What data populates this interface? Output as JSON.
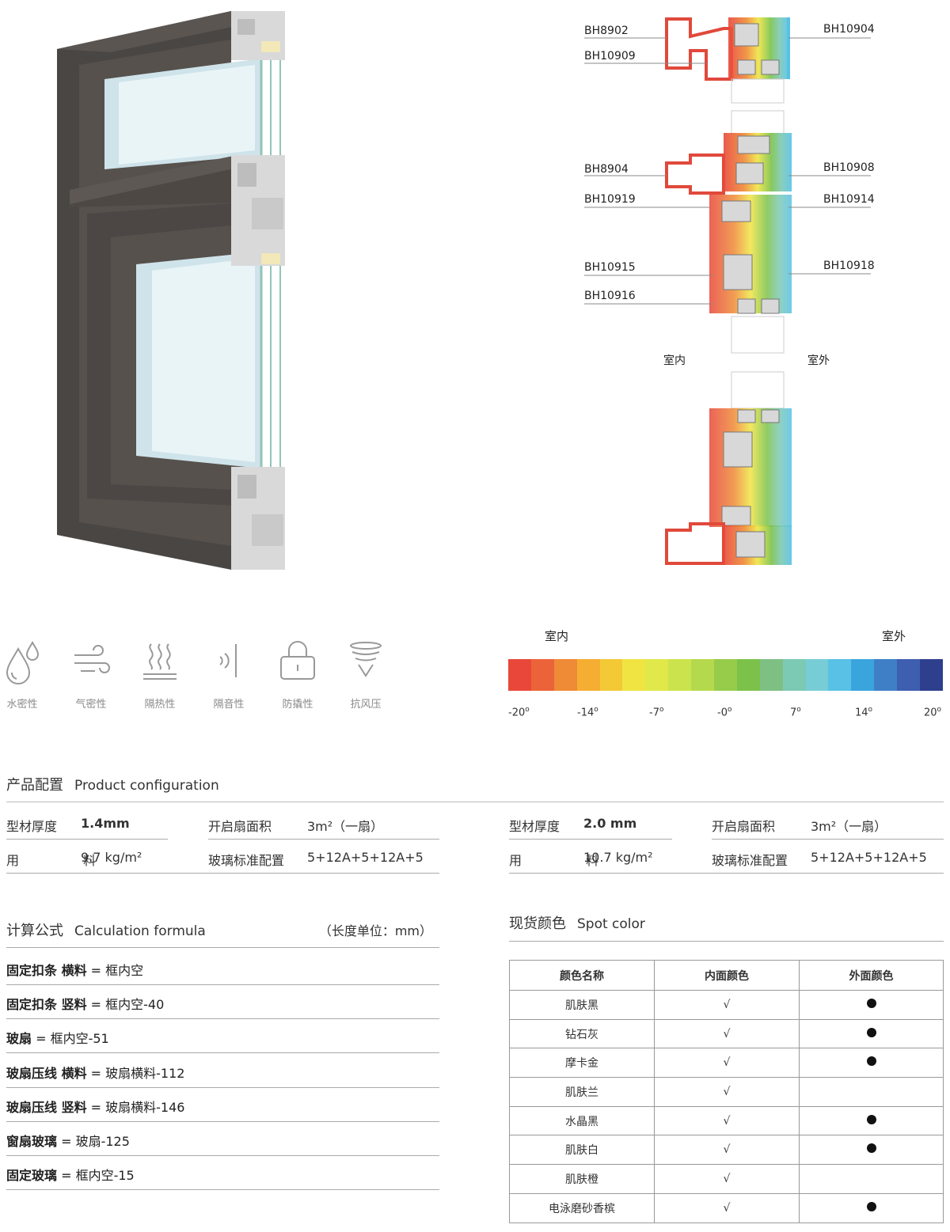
{
  "section_diagram": {
    "left_labels": [
      "BH8902",
      "BH10909",
      "BH8904",
      "BH10919",
      "BH10915",
      "BH10916"
    ],
    "right_labels": [
      "BH10904",
      "BH10908",
      "BH10914",
      "BH10918"
    ],
    "indoor": "室内",
    "outdoor": "室外"
  },
  "performance": [
    {
      "label": "水密性",
      "icon": "water-drop-icon"
    },
    {
      "label": "气密性",
      "icon": "wind-icon"
    },
    {
      "label": "隔热性",
      "icon": "heat-icon"
    },
    {
      "label": "隔音性",
      "icon": "sound-icon"
    },
    {
      "label": "防撬性",
      "icon": "lock-icon"
    },
    {
      "label": "抗风压",
      "icon": "tornado-icon"
    }
  ],
  "thermal": {
    "indoor": "室内",
    "outdoor": "室外",
    "colors": [
      "#e8473a",
      "#eb6338",
      "#ef8a36",
      "#f5ad32",
      "#f4c936",
      "#f0e443",
      "#e0e84a",
      "#cbe34c",
      "#b5d94d",
      "#97cc4b",
      "#7cc24a",
      "#7ec084",
      "#7cc9b4",
      "#77cdd5",
      "#58c1e5",
      "#3aa4dd",
      "#3f7fc6",
      "#3e5fb0",
      "#2d3f8d"
    ],
    "ticks": [
      "-20",
      "-14",
      "-7",
      "-0",
      "7",
      "14",
      "20"
    ]
  },
  "configuration": {
    "title_cn": "产品配置",
    "title_en": "Product configuration",
    "left": {
      "thickness_label": "型材厚度",
      "thickness_value": "1.4mm",
      "area_label": "开启扇面积",
      "area_value": "3m²（一扇）",
      "material_label": "用 料",
      "material_value": "9.7 kg/m²",
      "glass_label": "玻璃标准配置",
      "glass_value": "5+12A+5+12A+5"
    },
    "right": {
      "thickness_label": "型材厚度",
      "thickness_value": "2.0 mm",
      "area_label": "开启扇面积",
      "area_value": "3m²（一扇）",
      "material_label": "用 料",
      "material_value": "10.7 kg/m²",
      "glass_label": "玻璃标准配置",
      "glass_value": "5+12A+5+12A+5"
    }
  },
  "formula": {
    "title_cn": "计算公式",
    "title_en": "Calculation formula",
    "unit": "（长度单位：mm）",
    "rows": [
      {
        "bold": "固定扣条 横料",
        "rest": " = 框内空"
      },
      {
        "bold": "固定扣条 竖料",
        "rest": " = 框内空-40"
      },
      {
        "bold": "玻扇",
        "rest": " = 框内空-51"
      },
      {
        "bold": "玻扇压线 横料",
        "rest": " = 玻扇横料-112"
      },
      {
        "bold": "玻扇压线 竖料",
        "rest": " = 玻扇横料-146"
      },
      {
        "bold": "窗扇玻璃",
        "rest": " = 玻扇-125"
      },
      {
        "bold": "固定玻璃",
        "rest": " = 框内空-15"
      }
    ]
  },
  "spot_color": {
    "title_cn": "现货颜色",
    "title_en": "Spot color",
    "headers": [
      "颜色名称",
      "内面颜色",
      "外面颜色"
    ],
    "rows": [
      {
        "name": "肌肤黑",
        "inner": "√",
        "outer": true
      },
      {
        "name": "钻石灰",
        "inner": "√",
        "outer": true
      },
      {
        "name": "摩卡金",
        "inner": "√",
        "outer": true
      },
      {
        "name": "肌肤兰",
        "inner": "√",
        "outer": false
      },
      {
        "name": "水晶黑",
        "inner": "√",
        "outer": true
      },
      {
        "name": "肌肤白",
        "inner": "√",
        "outer": true
      },
      {
        "name": "肌肤橙",
        "inner": "√",
        "outer": false
      },
      {
        "name": "电泳磨砂香槟",
        "inner": "√",
        "outer": true
      }
    ]
  }
}
